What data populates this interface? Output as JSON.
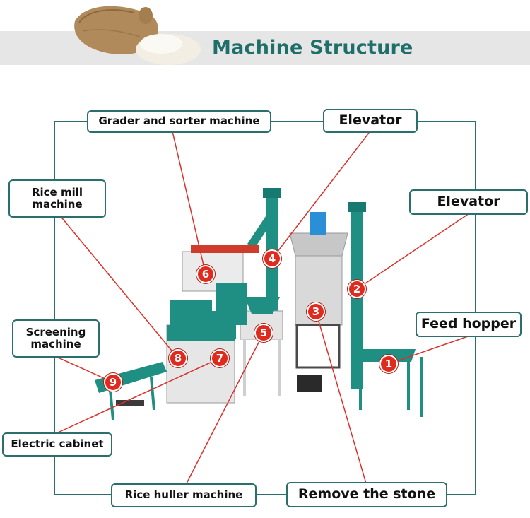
{
  "header": {
    "title": "Machine Structure"
  },
  "labels": {
    "grader": "Grader and sorter machine",
    "elevator_top": "Elevator",
    "rice_mill": "Rice mill\nmachine",
    "elevator_right": "Elevator",
    "screening": "Screening\nmachine",
    "feed_hopper": "Feed hopper",
    "electric_cabinet": "Electric cabinet",
    "rice_huller": "Rice huller machine",
    "remove_stone": "Remove the stone"
  },
  "badges": [
    "1",
    "2",
    "3",
    "4",
    "5",
    "6",
    "7",
    "8",
    "9"
  ],
  "colors": {
    "frame": "#2b6f6c",
    "leader": "#d8322a",
    "badge": "#e02a1e",
    "title": "#1e6e6a",
    "machine": "#1f8f84"
  }
}
